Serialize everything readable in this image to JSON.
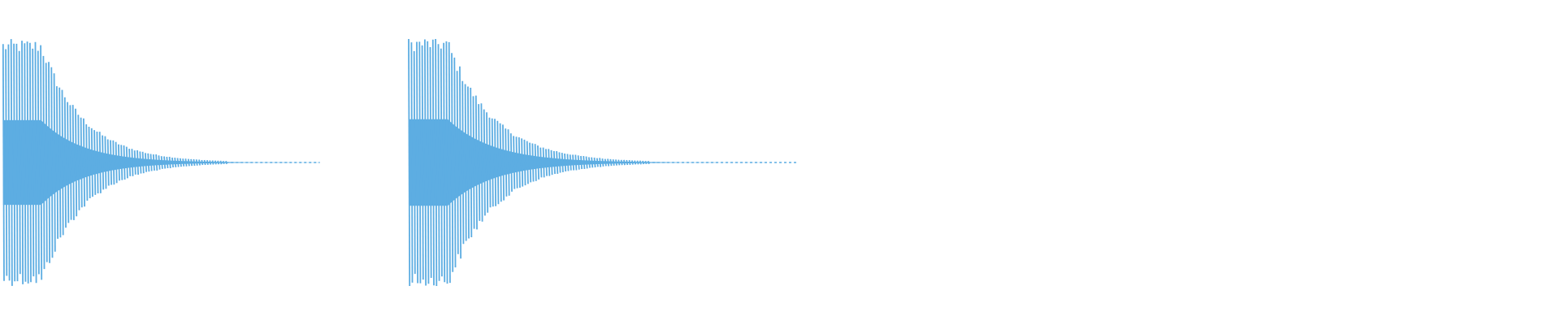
{
  "waveform": {
    "color": "#5dade2",
    "background": "#ffffff",
    "amplitude_scale": 1.0,
    "clips": [
      {
        "name": "clip-1",
        "start_fraction": 0.002,
        "end_fraction": 0.205,
        "peak_amplitude": 0.98,
        "sustain_fraction": 0.12,
        "decay_rate": 7.5,
        "tail_cutoff": 0.012,
        "cycles": 118
      },
      {
        "name": "clip-2",
        "start_fraction": 0.262,
        "end_fraction": 0.512,
        "peak_amplitude": 1.0,
        "sustain_fraction": 0.1,
        "decay_rate": 8.5,
        "tail_cutoff": 0.012,
        "cycles": 145
      }
    ]
  }
}
